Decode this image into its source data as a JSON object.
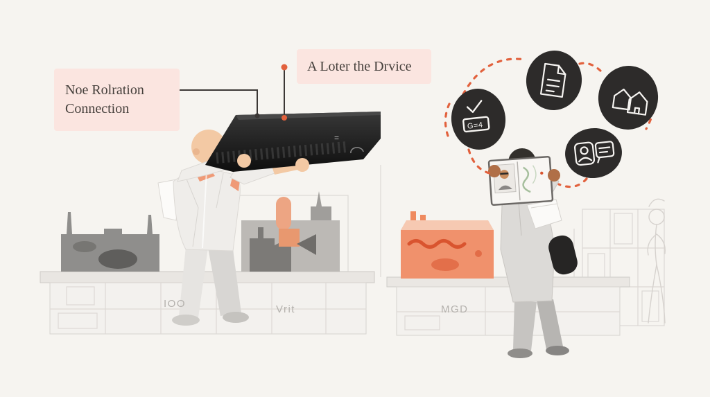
{
  "illustration": {
    "background": "#f6f4f0",
    "accent": "#e2613d",
    "left_scene": {
      "callout_connection": {
        "label": "Noe Rolration Connection"
      },
      "callout_device": {
        "label": "A Loter the Drvice"
      },
      "device_marking": "=",
      "shelf_labels": [
        {
          "label": "IOO"
        },
        {
          "label": "Vrit"
        }
      ]
    },
    "right_scene": {
      "icon_circles": [
        {
          "name": "checklist-device-icon",
          "label": "G=4"
        },
        {
          "name": "document-icon",
          "label": ""
        },
        {
          "name": "houses-icon",
          "label": ""
        },
        {
          "name": "contact-chat-icon",
          "label": ""
        }
      ],
      "shelf_label": {
        "label": "MGD"
      }
    }
  }
}
